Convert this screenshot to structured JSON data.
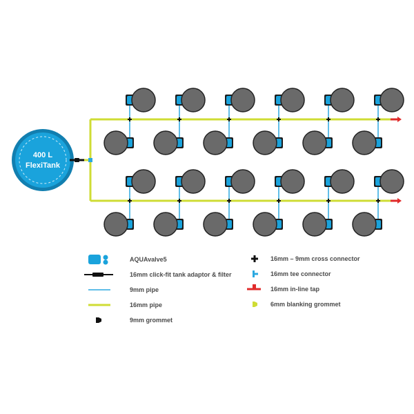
{
  "tank": {
    "line1": "400 L",
    "line2": "FlexiTank"
  },
  "legend": {
    "left": [
      {
        "icon": "aquavalve-icon",
        "label": "AQUAvalve5"
      },
      {
        "icon": "tank-adaptor-filter-icon",
        "label": "16mm click-fit tank adaptor & filter"
      },
      {
        "icon": "9mm-pipe-icon",
        "label": "9mm pipe"
      },
      {
        "icon": "16mm-pipe-icon",
        "label": "16mm pipe"
      },
      {
        "icon": "9mm-grommet-icon",
        "label": "9mm grommet"
      }
    ],
    "right": [
      {
        "icon": "cross-connector-icon",
        "label": "16mm – 9mm cross connector"
      },
      {
        "icon": "tee-connector-icon",
        "label": "16mm tee connector"
      },
      {
        "icon": "inline-tap-icon",
        "label": "16mm in-line tap"
      },
      {
        "icon": "blanking-grommet-icon",
        "label": "6mm blanking grommet"
      }
    ]
  },
  "colors": {
    "tank": "#1aa3dc",
    "tank_ring": "#127fb0",
    "pipe16": "#cfdc34",
    "pipe9": "#2aa8e0",
    "valve": "#1aa3dc",
    "pot": "#6a6a6a",
    "pot_outline": "#222222",
    "tap": "#e02b2b",
    "connector": "#111111",
    "text": "#4a4a4a"
  },
  "layout": {
    "rows": 2,
    "pots_per_row_side": 6
  }
}
